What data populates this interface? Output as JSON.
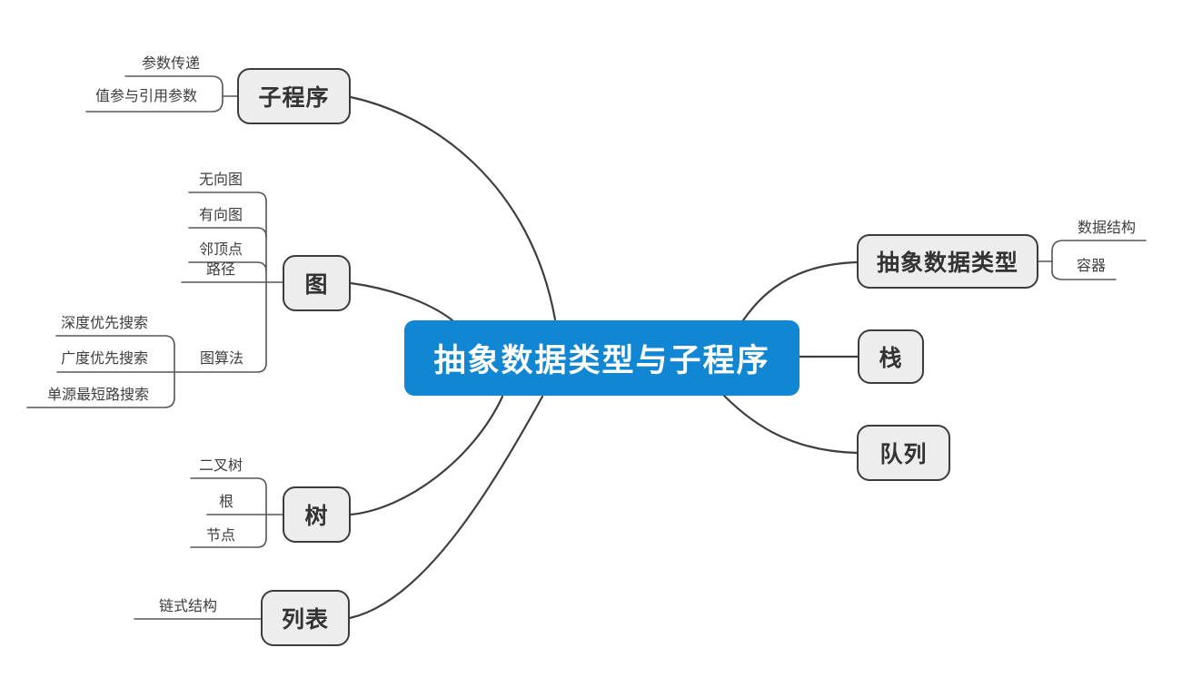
{
  "colors": {
    "root_bg": "#1187d3",
    "root_text": "#ffffff",
    "topic_bg": "#ededed",
    "topic_border": "#3c3c3c",
    "topic_text": "#333333",
    "line_main": "#3f3f3f",
    "line_child": "#565656",
    "subtopic_text": "#3d3d3d",
    "canvas_bg": "#ffffff"
  },
  "mindmap": {
    "root": {
      "label": "抽象数据类型与子程序"
    },
    "left": {
      "subprogram": {
        "label": "子程序",
        "children": {
          "param_passing": {
            "label": "参数传递"
          },
          "value_ref_params": {
            "label": "值参与引用参数"
          }
        }
      },
      "graph": {
        "label": "图",
        "children": {
          "undirected": {
            "label": "无向图"
          },
          "directed": {
            "label": "有向图"
          },
          "adjacent_vertex": {
            "label": "邻顶点"
          },
          "path": {
            "label": "路径"
          },
          "graph_algorithms": {
            "label": "图算法",
            "children": {
              "dfs": {
                "label": "深度优先搜索"
              },
              "bfs": {
                "label": "广度优先搜索"
              },
              "sssp": {
                "label": "单源最短路搜索"
              }
            }
          }
        }
      },
      "tree": {
        "label": "树",
        "children": {
          "binary_tree": {
            "label": "二叉树"
          },
          "root_node": {
            "label": "根"
          },
          "node": {
            "label": "节点"
          }
        }
      },
      "list": {
        "label": "列表",
        "children": {
          "linked_structure": {
            "label": "链式结构"
          }
        }
      }
    },
    "right": {
      "adt": {
        "label": "抽象数据类型",
        "children": {
          "data_structure": {
            "label": "数据结构"
          },
          "container": {
            "label": "容器"
          }
        }
      },
      "stack": {
        "label": "栈"
      },
      "queue": {
        "label": "队列"
      }
    }
  }
}
